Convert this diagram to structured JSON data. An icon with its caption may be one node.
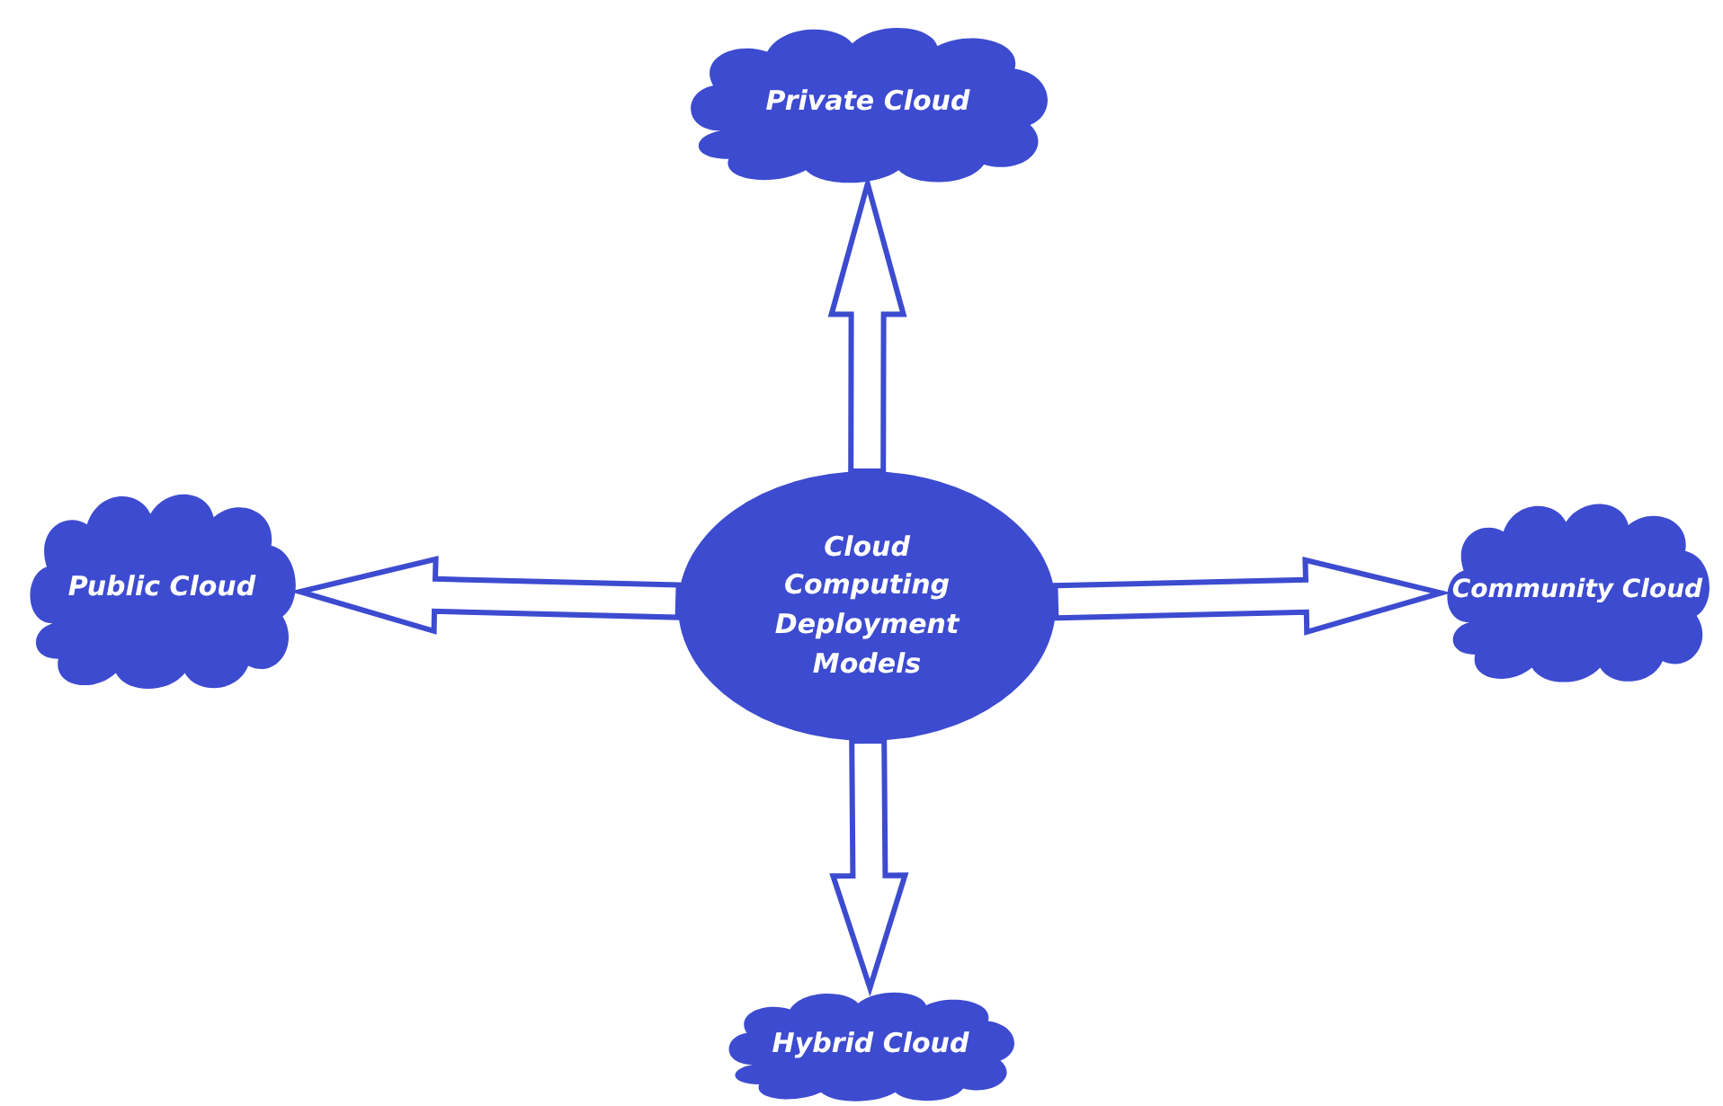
{
  "diagram": {
    "nodes": [
      {
        "text": [
          "Cloud Computing Deployment Models"
        ]
      },
      {
        "text": [
          "Private Cloud"
        ]
      },
      {
        "text": [
          "Public Cloud"
        ]
      },
      {
        "text": [
          "Community Cloud"
        ]
      },
      {
        "text": [
          "Hybrid Cloud"
        ]
      }
    ],
    "edges": [
      {
        "from": 0,
        "to": 1,
        "arrow": "to"
      },
      {
        "from": 0,
        "to": 2,
        "arrow": "to"
      },
      {
        "from": 0,
        "to": 3,
        "arrow": "to"
      },
      {
        "from": 0,
        "to": 4,
        "arrow": "to"
      }
    ]
  }
}
